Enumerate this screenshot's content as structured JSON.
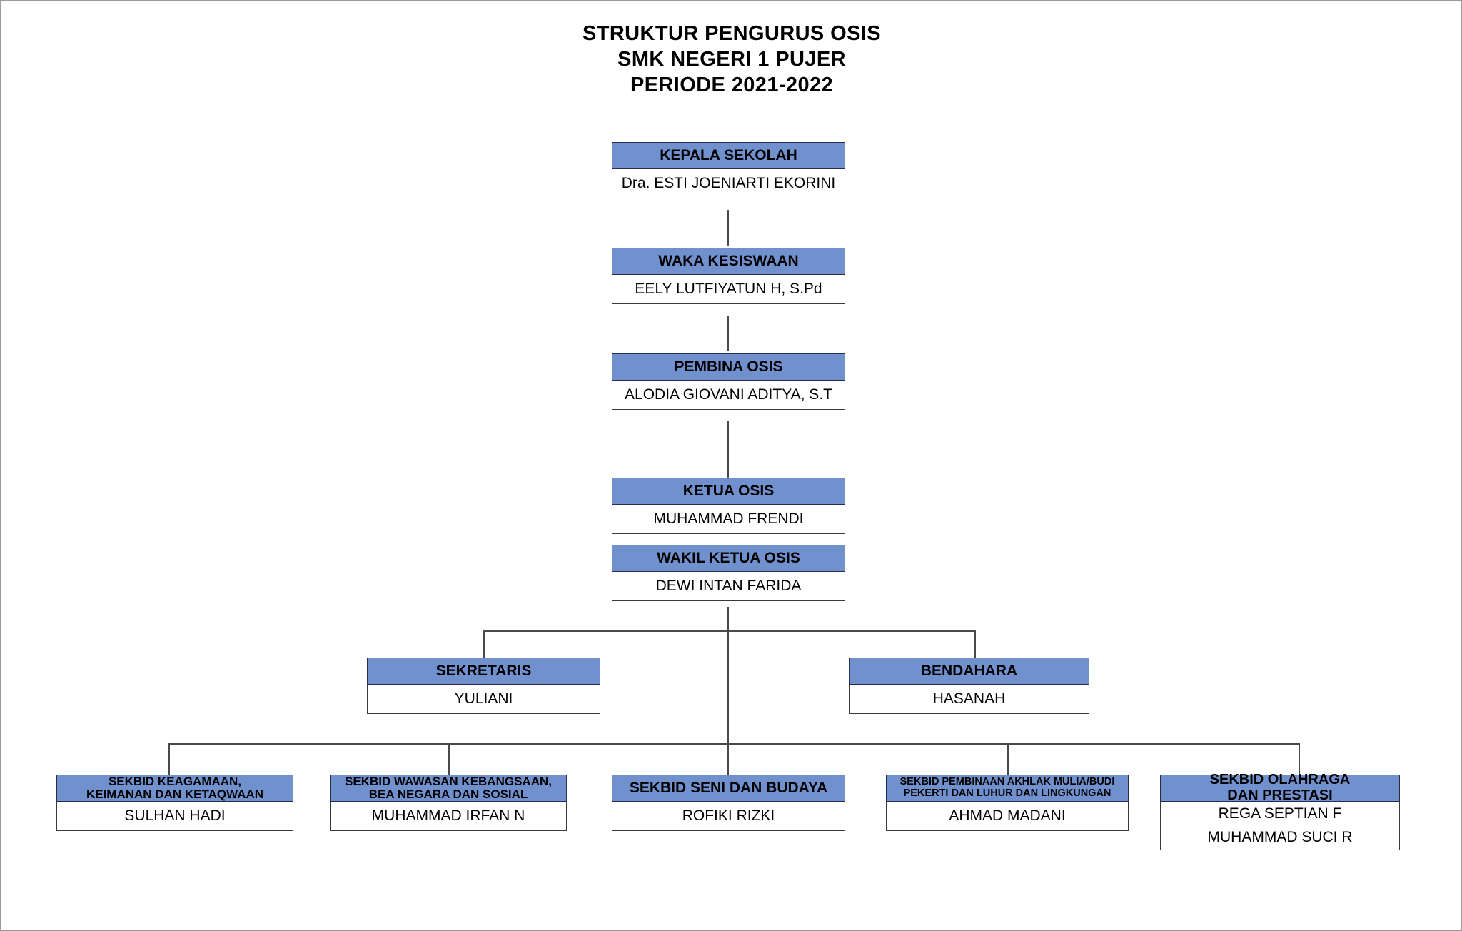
{
  "title": {
    "line1": "STRUKTUR PENGURUS OSIS",
    "line2": "SMK NEGERI 1 PUJER",
    "line3": "PERIODE 2021-2022"
  },
  "colors": {
    "header_fill": "#7190ce",
    "header_border": "#2b2b4a",
    "body_border": "#3a3a3a",
    "line": "#4a4a4a",
    "page_border": "#9a9a9a",
    "text": "#000000"
  },
  "chart_data": {
    "type": "diagram",
    "diagram_type": "organizational-chart",
    "nodes": [
      {
        "id": "kepala-sekolah",
        "level": 0,
        "role": "KEPALA SEKOLAH",
        "names": [
          "Dra. ESTI JOENIARTI EKORINI"
        ]
      },
      {
        "id": "waka-kesiswaan",
        "level": 1,
        "role": "WAKA KESISWAAN",
        "names": [
          "EELY LUTFIYATUN H, S.Pd"
        ]
      },
      {
        "id": "pembina-osis",
        "level": 2,
        "role": "PEMBINA OSIS",
        "names": [
          "ALODIA GIOVANI ADITYA, S.T"
        ]
      },
      {
        "id": "ketua-osis",
        "level": 3,
        "role": "KETUA OSIS",
        "names": [
          "MUHAMMAD FRENDI"
        ]
      },
      {
        "id": "wakil-ketua-osis",
        "level": 3,
        "role": "WAKIL KETUA OSIS",
        "names": [
          "DEWI INTAN FARIDA"
        ]
      },
      {
        "id": "sekretaris",
        "level": 4,
        "role": "SEKRETARIS",
        "names": [
          "YULIANI"
        ]
      },
      {
        "id": "bendahara",
        "level": 4,
        "role": "BENDAHARA",
        "names": [
          "HASANAH"
        ]
      },
      {
        "id": "sekbid-keagamaan",
        "level": 5,
        "role": "SEKBID KEAGAMAAN, KEIMANAN DAN KETAQWAAN",
        "names": [
          "SULHAN HADI"
        ]
      },
      {
        "id": "sekbid-wawasan-kebangsaan",
        "level": 5,
        "role": "SEKBID WAWASAN KEBANGSAAN, BEA NEGARA DAN SOSIAL",
        "names": [
          "MUHAMMAD IRFAN N"
        ]
      },
      {
        "id": "sekbid-seni-budaya",
        "level": 5,
        "role": "SEKBID SENI DAN BUDAYA",
        "names": [
          "ROFIKI RIZKI"
        ]
      },
      {
        "id": "sekbid-akhlak-mulia",
        "level": 5,
        "role": "SEKBID PEMBINAAN AKHLAK MULIA/BUDI PEKERTI DAN LUHUR DAN LINGKUNGAN",
        "names": [
          "AHMAD MADANI"
        ]
      },
      {
        "id": "sekbid-olahraga",
        "level": 5,
        "role": "SEKBID OLAHRAGA DAN PRESTASI",
        "names": [
          "REGA SEPTIAN F",
          "MUHAMMAD SUCI R"
        ]
      }
    ],
    "edges": [
      [
        "kepala-sekolah",
        "waka-kesiswaan"
      ],
      [
        "waka-kesiswaan",
        "pembina-osis"
      ],
      [
        "pembina-osis",
        "ketua-osis"
      ],
      [
        "wakil-ketua-osis",
        "sekretaris"
      ],
      [
        "wakil-ketua-osis",
        "bendahara"
      ],
      [
        "wakil-ketua-osis",
        "sekbid-keagamaan"
      ],
      [
        "wakil-ketua-osis",
        "sekbid-wawasan-kebangsaan"
      ],
      [
        "wakil-ketua-osis",
        "sekbid-seni-budaya"
      ],
      [
        "wakil-ketua-osis",
        "sekbid-akhlak-mulia"
      ],
      [
        "wakil-ketua-osis",
        "sekbid-olahraga"
      ]
    ]
  },
  "nodes": {
    "kepala_sekolah": {
      "role": "KEPALA SEKOLAH",
      "name1": "Dra. ESTI JOENIARTI EKORINI"
    },
    "waka_kesiswaan": {
      "role": "WAKA KESISWAAN",
      "name1": "EELY LUTFIYATUN H, S.Pd"
    },
    "pembina_osis": {
      "role": "PEMBINA OSIS",
      "name1": "ALODIA GIOVANI ADITYA, S.T"
    },
    "ketua_osis": {
      "role": "KETUA OSIS",
      "name1": "MUHAMMAD FRENDI"
    },
    "wakil_ketua_osis": {
      "role": "WAKIL KETUA OSIS",
      "name1": "DEWI INTAN FARIDA"
    },
    "sekretaris": {
      "role": "SEKRETARIS",
      "name1": "YULIANI"
    },
    "bendahara": {
      "role": "BENDAHARA",
      "name1": "HASANAH"
    },
    "sekbid_keagamaan": {
      "role_l1": "SEKBID KEAGAMAAN,",
      "role_l2": "KEIMANAN DAN KETAQWAAN",
      "name1": "SULHAN HADI"
    },
    "sekbid_wawasan": {
      "role_l1": "SEKBID WAWASAN KEBANGSAAN,",
      "role_l2": "BEA NEGARA DAN SOSIAL",
      "name1": "MUHAMMAD IRFAN N"
    },
    "sekbid_seni": {
      "role": "SEKBID SENI DAN BUDAYA",
      "name1": "ROFIKI RIZKI"
    },
    "sekbid_akhlak": {
      "role_l1": "SEKBID PEMBINAAN AKHLAK MULIA/BUDI",
      "role_l2": "PEKERTI DAN LUHUR DAN LINGKUNGAN",
      "name1": "AHMAD MADANI"
    },
    "sekbid_olahraga": {
      "role_l1": "SEKBID OLAHRAGA",
      "role_l2": "DAN PRESTASI",
      "name1": "REGA SEPTIAN F",
      "name2": "MUHAMMAD SUCI R"
    }
  }
}
